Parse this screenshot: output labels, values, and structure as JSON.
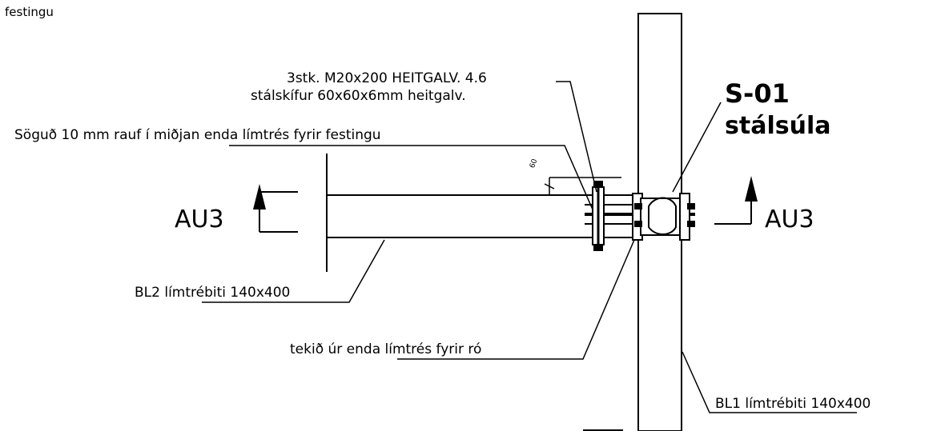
{
  "corner_label": "festingu",
  "bolt_note": {
    "line1": "3stk. M20x200 HEITGALV. 4.6",
    "line2": "stálskífur 60x60x6mm heitgalv."
  },
  "slot_note": "Söguð 10 mm rauf í miðjan enda límtrés fyrir festingu",
  "column_tag": {
    "id": "S-01",
    "name": "stálsúla"
  },
  "section_marks": {
    "left": "AU3",
    "right": "AU3"
  },
  "dimension_label": "60",
  "beam_label": "BL2 límtrébiti 140x400",
  "nut_note": "tekið úr enda límtrés fyrir ró",
  "post_label": "BL1 límtrébiti 140x400"
}
